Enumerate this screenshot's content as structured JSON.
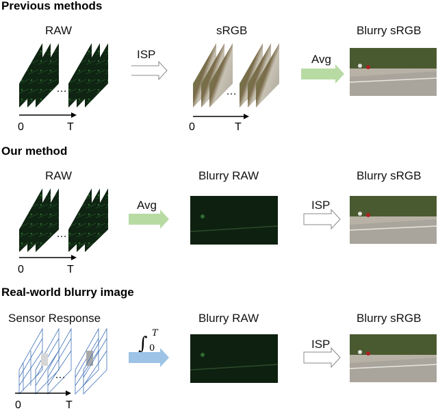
{
  "sections": {
    "previous": {
      "heading": "Previous methods",
      "input_label": "RAW",
      "mid_label": "sRGB",
      "output_label": "Blurry sRGB",
      "op1": "ISP",
      "op2": "Avg"
    },
    "ours": {
      "heading": "Our method",
      "input_label": "RAW",
      "mid_label": "Blurry RAW",
      "output_label": "Blurry sRGB",
      "op1": "Avg",
      "op2": "ISP"
    },
    "real": {
      "heading": "Real-world blurry image",
      "input_label": "Sensor Response",
      "mid_label": "Blurry RAW",
      "output_label": "Blurry sRGB",
      "op2": "ISP"
    }
  },
  "integral": {
    "symbol": "∫",
    "lower": "0",
    "upper": "T"
  },
  "axis": {
    "start": "0",
    "end": "T"
  },
  "ellipsis": "…",
  "colors": {
    "raw_frame": "#0f2412",
    "green_arrow": "#b8dba4",
    "blue_arrow": "#9dc3e6",
    "sensor_line": "#3d6fb6"
  }
}
